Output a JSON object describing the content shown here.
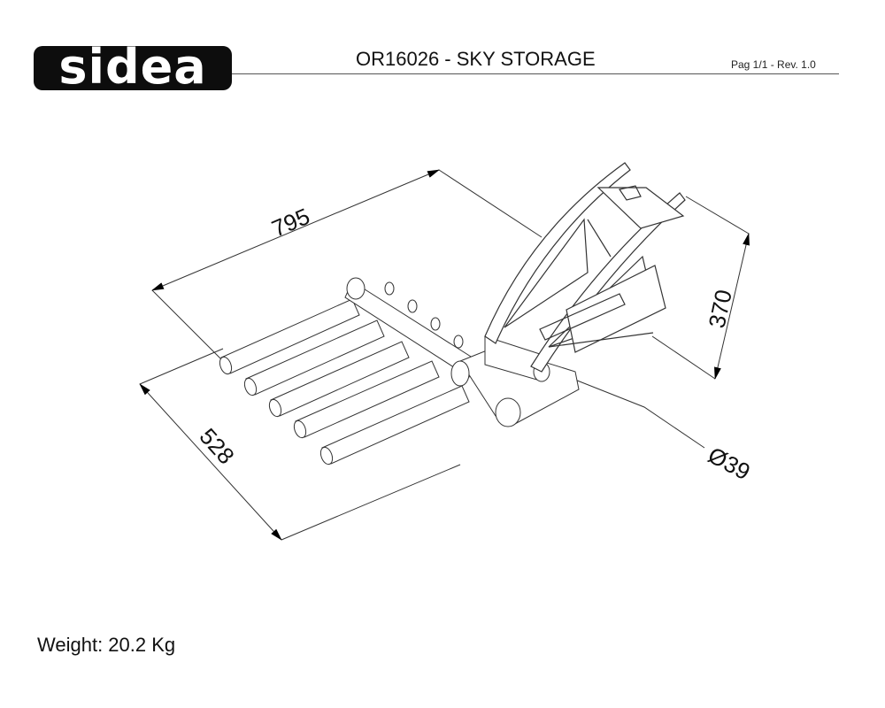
{
  "header": {
    "logo_text": "sidea",
    "title": "OR16026 - SKY STORAGE",
    "page_info": "Pag 1/1 - Rev. 1.0"
  },
  "drawing": {
    "view": "isometric",
    "dimensions": {
      "length": "795",
      "depth": "528",
      "height": "370",
      "tube_diameter": "Ø39"
    },
    "line_color": "#222222",
    "arrow_color": "#000000"
  },
  "footer": {
    "weight_label": "Weight: 20.2 Kg"
  }
}
